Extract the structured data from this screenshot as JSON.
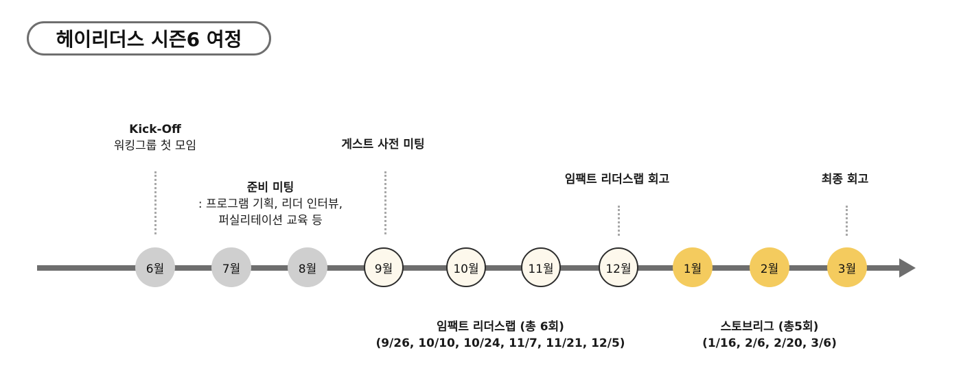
{
  "title": "헤이리더스 시즌6 여정",
  "months": [
    {
      "label": "6월",
      "state": "past"
    },
    {
      "label": "7월",
      "state": "past"
    },
    {
      "label": "8월",
      "state": "past"
    },
    {
      "label": "9월",
      "state": "mid"
    },
    {
      "label": "10월",
      "state": "mid"
    },
    {
      "label": "11월",
      "state": "mid"
    },
    {
      "label": "12월",
      "state": "mid"
    },
    {
      "label": "1월",
      "state": "future"
    },
    {
      "label": "2월",
      "state": "future"
    },
    {
      "label": "3월",
      "state": "future"
    }
  ],
  "events": {
    "kickoff": {
      "title": "Kick-Off",
      "desc": "워킹그룹 첫 모임"
    },
    "prep": {
      "title": "준비 미팅",
      "desc_line1": ": 프로그램 기획, 리더 인터뷰,",
      "desc_line2": "퍼실리테이션 교육 등"
    },
    "guest": {
      "title": "게스트 사전 미팅"
    },
    "impact_review": {
      "title": "임팩트 리더스랩 회고"
    },
    "final_review": {
      "title": "최종 회고"
    },
    "impact_lab": {
      "title": "임팩트 리더스랩 (총 6회)",
      "dates": "(9/26, 10/10, 10/24, 11/7, 11/21, 12/5)"
    },
    "stove": {
      "title": "스토브리그 (총5회)",
      "dates": "(1/16, 2/6, 2/20, 3/6)"
    }
  },
  "colors": {
    "past": "#cfcfcf",
    "mid_fill": "#fdf8ec",
    "future": "#f4cb5e",
    "axis": "#6e6e6e"
  }
}
